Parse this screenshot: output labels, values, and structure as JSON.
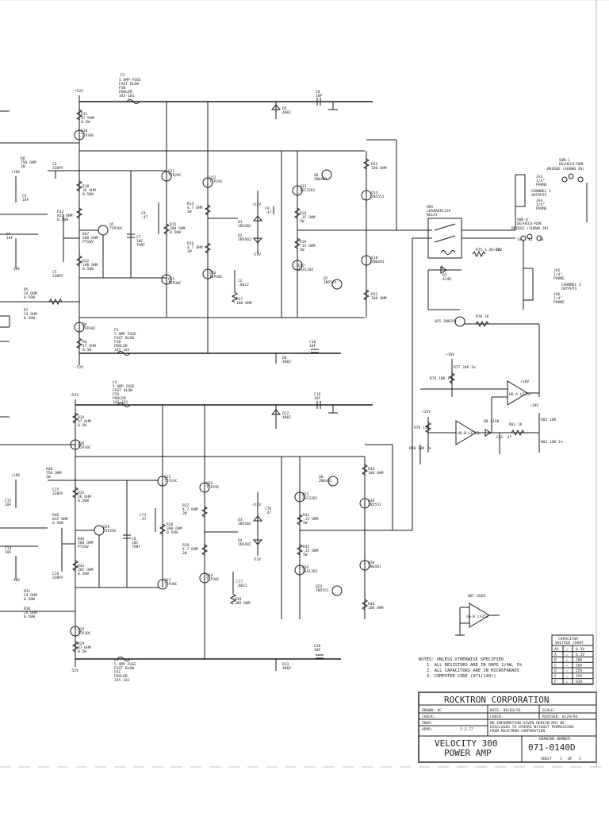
{
  "title_block": {
    "company": "ROCKTRON CORPORATION",
    "drawn_label": "DRAWN: AC",
    "date_label": "DATE: 09/01/91",
    "scale_label": "SCALE:",
    "check_label": "CHECK:",
    "check2_label": "CHECK:",
    "revised_label": "REVISED: 8/29/94",
    "engr_label": "ENGR:",
    "appr_label": "APPR:",
    "signature_date": "2-2-77",
    "notice_lines": [
      "NO INFORMATION GIVEN HEREIN MAY BE",
      "DISCLOSED TO OTHERS WITHOUT PERMISSION",
      "FROM ROCKTRON CORPORATION"
    ],
    "product_line1": "VELOCITY 300",
    "product_line2": "POWER AMP",
    "drawing_number_label": "DRAWING NUMBER:",
    "drawing_number": "071-0140D",
    "sheet_prefix": "SHEET",
    "sheet_num": "1",
    "sheet_of": "OF",
    "sheet_total": "2"
  },
  "notes": [
    "NOTES: UNLESS OTHERWISE SPECIFIED",
    "1. ALL RESISTORS ARE IN OHMS 1/4W, 5%",
    "2. ALL CAPACITORS ARE IN MICROFARADS",
    "3. COMPUTER CODE (071(140))"
  ],
  "voltage_chart": {
    "title": "CAPACITOR VOLTAGE CHART",
    "rows": [
      [
        "AA",
        "6.3V"
      ],
      [
        "A",
        "6.3V"
      ],
      [
        "B",
        "10V"
      ],
      [
        "C",
        "16V"
      ],
      [
        "D",
        "25V"
      ],
      [
        "E",
        "35V"
      ],
      [
        "F",
        "63V"
      ]
    ]
  },
  "not_used": {
    "title": "NOT USED",
    "part": "U6-B LF353"
  },
  "fuses": [
    {
      "ref": "F2",
      "lines": [
        "5 AMP FUSE",
        "FAST BLOW",
        "F5B",
        "POHLDR",
        "345-101"
      ]
    },
    {
      "ref": "F3",
      "lines": [
        "5 AMP FUSE",
        "FAST BLOW",
        "F5B",
        "POHLDR",
        "345-101"
      ]
    },
    {
      "ref": "F4",
      "lines": [
        "5 AMP FUSE",
        "FAST BLOW",
        "F5A",
        "POHLDR",
        "345-101"
      ]
    },
    {
      "ref": "F5",
      "lines": [
        "5 AMP FUSE",
        "FAST BLOW",
        "F5C",
        "POHLDR",
        "345-101"
      ]
    }
  ],
  "right_side": {
    "sw2": [
      "SWD-C",
      "DU/HELD-RUN",
      "BRIDGE (SHOWN IN)"
    ],
    "j3": [
      "JA3",
      "1/4\"",
      "PHONE"
    ],
    "channel1": [
      "CHANNEL 1",
      "OUTPUTS"
    ],
    "j4": [
      "JA4",
      "1/4\"",
      "PHONE"
    ],
    "sw1": [
      "SWD-D",
      "DU/HELD-RUN",
      "BRIDGE (SHOWN IN)"
    ],
    "j5": [
      "JA5",
      "1/4\"",
      "PHONE"
    ],
    "channel2": [
      "CHANNEL 2",
      "OUTPUTS"
    ],
    "j6": [
      "JA6",
      "1/4\"",
      "PHONE"
    ],
    "relay": [
      "HR1",
      "LW18AEKC12V",
      "RELAY"
    ],
    "r75": "R75 1.5K 2W",
    "d7": "D7 4148",
    "q25": "Q25 2N6593",
    "r76": "R76 1K",
    "u6a": "U6-A LF353",
    "u6b": "U6-B LF353",
    "r77": "R77 24K 1%",
    "r78": "R78 18K 1%",
    "r79": "R79 15K",
    "r80": "R80 18K 1%",
    "r81": "R81 1K",
    "r82": "R82 10K",
    "r83": "R83 10K 1%",
    "d8": "D8 4148",
    "c41": "C41 .47",
    "v18": "+18V",
    "v18b": "+18V",
    "v33": "+33V"
  },
  "ch1": {
    "vplus": "+52V",
    "vminus": "-52V",
    "parts": [
      {
        "ref": "F2",
        "val": "5 AMP FUSE"
      },
      {
        "ref": "R11",
        "val": "47 OHM 0.5W"
      },
      {
        "ref": "Q10",
        "val": "TIP30C"
      },
      {
        "ref": "C8",
        "val": "10F"
      },
      {
        "ref": "D5",
        "val": "4002"
      },
      {
        "ref": "R8",
        "val": "750 OHM 2W"
      },
      {
        "ref": "C6",
        "val": "330PF"
      },
      {
        "ref": "R10",
        "val": "36 OHM 0.50W"
      },
      {
        "ref": "R13",
        "val": "815 OHM 0.50W"
      },
      {
        "ref": "R47",
        "val": "500 OHM PT10V"
      },
      {
        "ref": "R12",
        "val": "100 OHM 0.50W"
      },
      {
        "ref": "C5",
        "val": "330PF"
      },
      {
        "ref": "R5",
        "val": "24 OHM 0.50W"
      },
      {
        "ref": "R7",
        "val": "24 OHM 0.50W"
      },
      {
        "ref": "Q4",
        "val": "TIP30C"
      },
      {
        "ref": "R6",
        "val": "47 OHM 0.5W"
      },
      {
        "ref": "Q5",
        "val": "TIP30C"
      },
      {
        "ref": "C7",
        "val": "10C TANT"
      },
      {
        "ref": "Q11",
        "val": "TIP29C"
      },
      {
        "ref": "Q12",
        "val": "TIP29C"
      },
      {
        "ref": "R14",
        "val": "4.7 OHM 2W"
      },
      {
        "ref": "R15",
        "val": "300 OHM 0.50W"
      },
      {
        "ref": "R16",
        "val": "4.7 OHM 2W"
      },
      {
        "ref": "Q15",
        "val": "TIP30C"
      },
      {
        "ref": "Q16",
        "val": "TIP30C"
      },
      {
        "ref": "C9",
        "val": ".47"
      },
      {
        "ref": "C2",
        "val": ".0022"
      },
      {
        "ref": "R17",
        "val": "100 OHM"
      },
      {
        "ref": "D1",
        "val": "1N5402"
      },
      {
        "ref": "D2",
        "val": "1N5402"
      },
      {
        "ref": "R18",
        "val": ".15 OHM 5W"
      },
      {
        "ref": "R19",
        "val": ".15 OHM 5W"
      },
      {
        "ref": "Q13",
        "val": "2SC3281"
      },
      {
        "ref": "Q17",
        "val": "2SA1302"
      },
      {
        "ref": "Q6",
        "val": "2N6401"
      },
      {
        "ref": "Q7",
        "val": "2N5551"
      },
      {
        "ref": "R21",
        "val": "100 OHM"
      },
      {
        "ref": "R22",
        "val": "100 OHM"
      },
      {
        "ref": "Q14",
        "val": "2N5551"
      },
      {
        "ref": "Q18",
        "val": "2N6401"
      },
      {
        "ref": "C10",
        "val": "10F"
      },
      {
        "ref": "D6",
        "val": "4002"
      }
    ]
  },
  "ch2": {
    "vplus": "+52V",
    "vminus": "-52V",
    "parts": [
      {
        "ref": "F4",
        "val": "5 AMP FUSE"
      },
      {
        "ref": "R34",
        "val": "47 OHM 0.5W"
      },
      {
        "ref": "Q20",
        "val": "TIP30C"
      },
      {
        "ref": "C18",
        "val": "10F"
      },
      {
        "ref": "D12",
        "val": "4002"
      },
      {
        "ref": "R38",
        "val": "750 OHM 2W"
      },
      {
        "ref": "C15",
        "val": "330PF"
      },
      {
        "ref": "R35",
        "val": "36 OHM 0.50W"
      },
      {
        "ref": "R40",
        "val": "815 OHM 0.50W"
      },
      {
        "ref": "R48",
        "val": "500 OHM PT10V"
      },
      {
        "ref": "R42",
        "val": "205 OHM 0.50W"
      },
      {
        "ref": "C19",
        "val": "330PF"
      },
      {
        "ref": "R31",
        "val": "24 OHM 0.50W"
      },
      {
        "ref": "R36",
        "val": "24 OHM 0.50W"
      },
      {
        "ref": "Q29",
        "val": "TIP30C"
      },
      {
        "ref": "R29",
        "val": "47 OHM 0.5W"
      },
      {
        "ref": "Q29b",
        "val": "TIP29C"
      },
      {
        "ref": "C8b",
        "val": "10C TANT"
      },
      {
        "ref": "Q25",
        "val": "TIP29C"
      },
      {
        "ref": "Q26",
        "val": "TIP29C"
      },
      {
        "ref": "R37",
        "val": "4.7 OHM 2W"
      },
      {
        "ref": "R38b",
        "val": "300 OHM 0.50W"
      },
      {
        "ref": "R39",
        "val": "4.7 OHM 2W"
      },
      {
        "ref": "Q23",
        "val": "TIP30C"
      },
      {
        "ref": "Q24",
        "val": "TIP30C"
      },
      {
        "ref": "C73",
        "val": ".47"
      },
      {
        "ref": "C77",
        "val": ".0022"
      },
      {
        "ref": "R39b",
        "val": "100 OHM"
      },
      {
        "ref": "D3",
        "val": "1N5402"
      },
      {
        "ref": "D4",
        "val": "1N5402"
      },
      {
        "ref": "R41",
        "val": ".15 OHM 5W"
      },
      {
        "ref": "R45",
        "val": ".15 OHM 5W"
      },
      {
        "ref": "Q21",
        "val": "2SC3281"
      },
      {
        "ref": "Q26b",
        "val": "2SA1302"
      },
      {
        "ref": "Q8",
        "val": "2N6401"
      },
      {
        "ref": "Q24b",
        "val": "2N5551"
      },
      {
        "ref": "R44",
        "val": "100 OHM"
      },
      {
        "ref": "R46",
        "val": "100 OHM"
      },
      {
        "ref": "Q30",
        "val": "2N5551"
      },
      {
        "ref": "Q28",
        "val": "2N6401"
      },
      {
        "ref": "C20",
        "val": "10F"
      },
      {
        "ref": "D13",
        "val": "4002"
      }
    ]
  },
  "left_rails": [
    "+18V",
    "-18V",
    "+18V",
    "-18V"
  ]
}
